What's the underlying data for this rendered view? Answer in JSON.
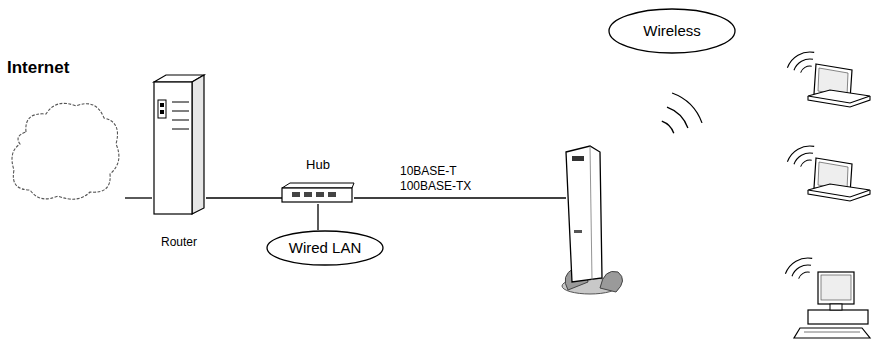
{
  "diagram": {
    "nodes": [
      {
        "text": [
          "Internet"
        ]
      },
      {
        "text": [
          "Router"
        ]
      },
      {
        "text": [
          "Hub"
        ]
      },
      {
        "text": [
          "Wired LAN"
        ]
      },
      {
        "text": [
          "Wireless"
        ]
      }
    ],
    "edges": [
      {
        "from": 0,
        "to": 1,
        "arrow": "none"
      },
      {
        "from": 1,
        "to": 2,
        "arrow": "none"
      },
      {
        "from": 2,
        "to": 3,
        "arrow": "none"
      }
    ],
    "labels": [
      "10BASE-T",
      "100BASE-TX"
    ]
  }
}
